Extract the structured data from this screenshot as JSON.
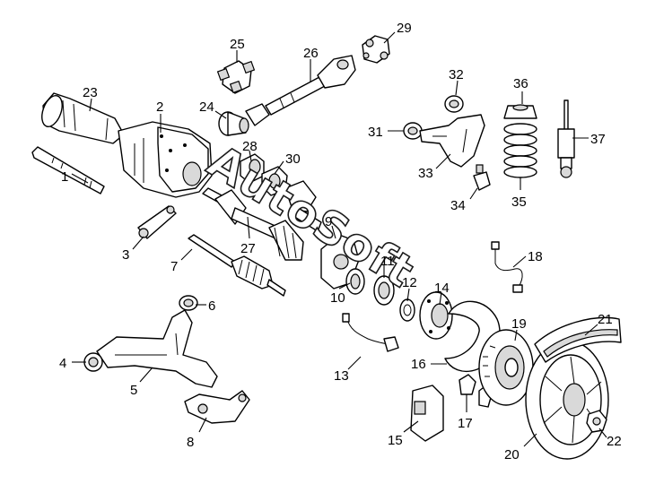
{
  "diagram": {
    "watermark": "AutoSoft",
    "callouts": [
      "1",
      "2",
      "3",
      "4",
      "5",
      "6",
      "7",
      "8",
      "9",
      "10",
      "11",
      "12",
      "13",
      "14",
      "15",
      "16",
      "17",
      "18",
      "19",
      "20",
      "21",
      "22",
      "23",
      "24",
      "25",
      "26",
      "27",
      "28",
      "29",
      "30",
      "31",
      "32",
      "33",
      "34",
      "35",
      "36",
      "37"
    ]
  }
}
